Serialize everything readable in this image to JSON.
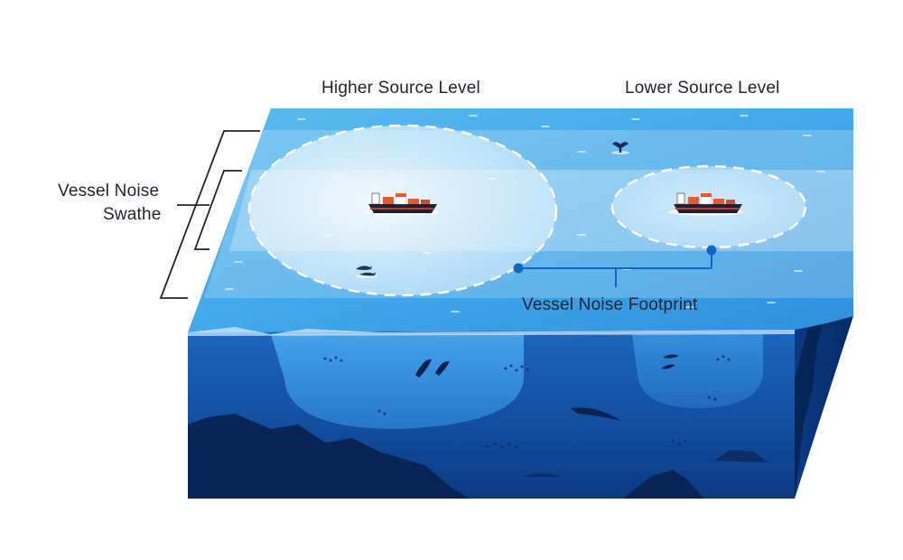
{
  "labels": {
    "higher_source_level": "Higher Source Level",
    "lower_source_level": "Lower Source Level",
    "vessel_noise_footprint": "Vessel Noise Footprint",
    "vessel_noise_swathe_line1": "Vessel Noise",
    "vessel_noise_swathe_line2": "Swathe"
  },
  "icons": [
    "cargo-ship-icon",
    "whale-tail-icon",
    "dolphin-icon",
    "whale-icon",
    "fish-school-icon"
  ],
  "colors": {
    "surface_light": "#62c3f1",
    "surface_dark": "#2f8fdc",
    "water_deep": "#0d3f8c",
    "water_mid": "#1a62b8",
    "side_face": "#0a2f73",
    "seabed": "#0b2457",
    "accent_line": "#1565c0",
    "label_text": "#1f2430"
  }
}
